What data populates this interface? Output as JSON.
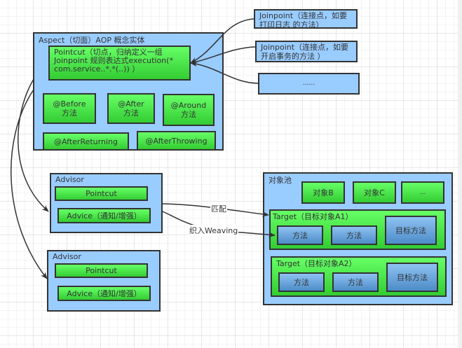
{
  "aspect": {
    "title": "Aspect（切面）AOP 概念实体",
    "pointcut": "Pointcut（切点，归纳定义一组 Joinpoint 规则表达式execution(* com.service..*.*(..)) ）",
    "advices": [
      {
        "line1": "@Before",
        "line2": "方法"
      },
      {
        "line1": "@After",
        "line2": "方法"
      },
      {
        "line1": "@Around",
        "line2": "方法"
      }
    ],
    "returning": "@AfterReturning",
    "throwing": "@AfterThrowing"
  },
  "joinpoints": [
    "Joinpoint（连接点，如要打印日志 的方法）",
    "Joinpoint（连接点，如要开启事务的方法 ）",
    "......"
  ],
  "advisors": [
    {
      "title": "Advisor",
      "pointcut": "Pointcut",
      "advice": "Advice（通知/增强）"
    },
    {
      "title": "Advisor",
      "pointcut": "Pointcut",
      "advice": "Advice（通知/增强）"
    }
  ],
  "pool": {
    "title": "对象池",
    "objects": [
      "对象B",
      "对象C",
      "..."
    ],
    "targets": [
      {
        "title": "Target（目标对象A1）",
        "methods": [
          "方法",
          "方法"
        ],
        "target_method": "目标方法"
      },
      {
        "title": "Target（目标对象A2）",
        "methods": [
          "方法",
          "方法"
        ],
        "target_method": "目标方法"
      }
    ]
  },
  "edges": {
    "match_label": "匹配",
    "weave_label": "织入Weaving"
  },
  "colors": {
    "container_blue": "#99ccff",
    "green": "#44dd44",
    "steel_blue": "#6aa6de",
    "border": "#333333"
  }
}
